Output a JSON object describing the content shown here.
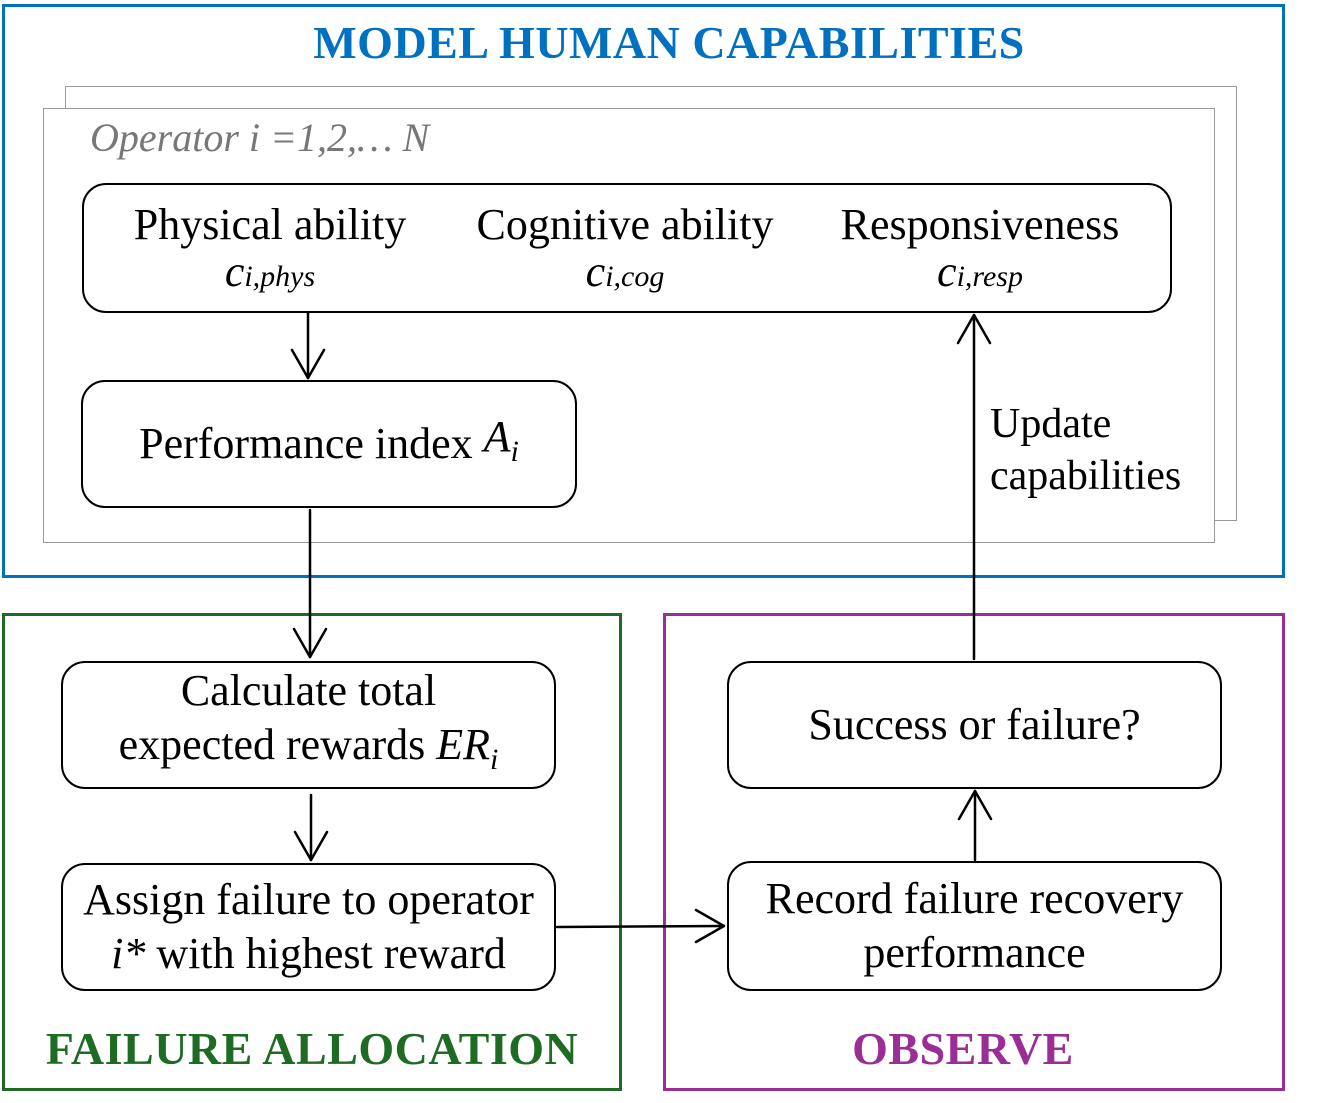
{
  "sections": {
    "model": {
      "title": "MODEL HUMAN CAPABILITIES",
      "color": "#0070c0"
    },
    "allocation": {
      "title": "FAILURE ALLOCATION",
      "color": "#1e6b24"
    },
    "observe": {
      "title": "OBSERVE",
      "color": "#9b2d96"
    }
  },
  "operator_label": "Operator i =1,2,… N",
  "capabilities": [
    {
      "label": "Physical ability",
      "symbol": "c",
      "subscript": "i,phys"
    },
    {
      "label": "Cognitive ability",
      "symbol": "c",
      "subscript": "i,cog"
    },
    {
      "label": "Responsiveness",
      "symbol": "c",
      "subscript": "i,resp"
    }
  ],
  "performance": {
    "label": "Performance index ",
    "symbol": "A",
    "subscript": "i"
  },
  "update_label": {
    "line1": "Update",
    "line2": "capabilities"
  },
  "calculate": {
    "line1": "Calculate total",
    "line2": "expected rewards ",
    "symbol": "ER",
    "subscript": "i"
  },
  "assign": {
    "line1": "Assign failure to operator",
    "line2_symbol": "i*",
    "line2": " with highest reward"
  },
  "success": {
    "label": "Success or failure?"
  },
  "record": {
    "line1": "Record failure recovery",
    "line2": "performance"
  }
}
